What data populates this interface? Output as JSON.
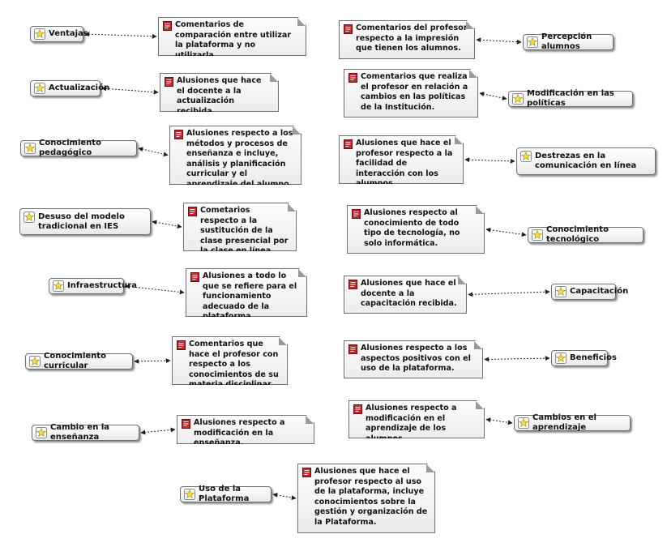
{
  "codes": [
    {
      "id": "c1",
      "label": "Ventajas"
    },
    {
      "id": "c2",
      "label": "Actualización"
    },
    {
      "id": "c3",
      "label": "Conocimiento pedagógico"
    },
    {
      "id": "c4",
      "label": "Desuso del modelo tradicional en IES"
    },
    {
      "id": "c5",
      "label": "Infraestructura"
    },
    {
      "id": "c6",
      "label": "Conocimiento curricular"
    },
    {
      "id": "c7",
      "label": "Cambio en la enseñanza"
    },
    {
      "id": "c8",
      "label": "Uso de la Plataforma"
    },
    {
      "id": "c9",
      "label": "Percepción alumnos"
    },
    {
      "id": "c10",
      "label": "Modificación en las políticas"
    },
    {
      "id": "c11",
      "label": "Destrezas en la comunicación en línea"
    },
    {
      "id": "c12",
      "label": "Conocimiento tecnológico"
    },
    {
      "id": "c13",
      "label": "Capacitación"
    },
    {
      "id": "c14",
      "label": "Beneficios"
    },
    {
      "id": "c15",
      "label": "Cambios en el aprendizaje"
    }
  ],
  "memos": [
    {
      "id": "m1",
      "text": "Comentarios de comparación entre utilizar la plataforma y no utilizarla."
    },
    {
      "id": "m2",
      "text": "Alusiones que hace el docente a la actualización recibida"
    },
    {
      "id": "m3",
      "text": "Alusiones respecto a los métodos y procesos de enseñanza e incluye, análisis y planificación curricular y el aprendizaje del alumno."
    },
    {
      "id": "m4",
      "text": "Cometarios respecto a la sustitución de la clase presencial por la clase en línea."
    },
    {
      "id": "m5",
      "text": "Alusiones a todo lo que se refiere para el funcionamiento adecuado de la plataforma."
    },
    {
      "id": "m6",
      "text": "Comentarios que hace el profesor con respecto a los conocimientos de su materia disciplinar"
    },
    {
      "id": "m7",
      "text": "Alusiones respecto a modificación en la enseñanza."
    },
    {
      "id": "m8",
      "text": "Alusiones que hace el profesor respecto al uso de la plataforma, incluye conocimientos sobre la gestión y organización de la Plataforma."
    },
    {
      "id": "m9",
      "text": "Comentarios del profesor respecto a la impresión que tienen los alumnos."
    },
    {
      "id": "m10",
      "text": "Comentarios que realiza el profesor en relación a cambios en las políticas de la Institución."
    },
    {
      "id": "m11",
      "text": "Alusiones que hace el profesor respecto a la facilidad de interacción con los alumnos."
    },
    {
      "id": "m12",
      "text": "Alusiones respecto al conocimiento de todo tipo de tecnología, no solo informática."
    },
    {
      "id": "m13",
      "text": "Alusiones que hace el docente a la capacitación recibida."
    },
    {
      "id": "m14",
      "text": "Alusiones respecto a los aspectos positivos con el uso de la plataforma."
    },
    {
      "id": "m15",
      "text": "Alusiones respecto a modificación en el aprendizaje de los alumnos."
    }
  ],
  "links": [
    {
      "from": "c1",
      "to": "m1"
    },
    {
      "from": "c2",
      "to": "m2"
    },
    {
      "from": "c3",
      "to": "m3"
    },
    {
      "from": "c4",
      "to": "m4"
    },
    {
      "from": "c5",
      "to": "m5"
    },
    {
      "from": "c6",
      "to": "m6"
    },
    {
      "from": "c7",
      "to": "m7"
    },
    {
      "from": "c8",
      "to": "m8"
    },
    {
      "from": "m9",
      "to": "c9"
    },
    {
      "from": "m10",
      "to": "c10"
    },
    {
      "from": "m11",
      "to": "c11"
    },
    {
      "from": "m12",
      "to": "c12"
    },
    {
      "from": "m13",
      "to": "c13"
    },
    {
      "from": "m14",
      "to": "c14"
    },
    {
      "from": "m15",
      "to": "c15"
    }
  ],
  "colors": {
    "code_icon": "#f2d94a",
    "memo_icon": "#c0262c",
    "border": "#6f6f6f"
  }
}
